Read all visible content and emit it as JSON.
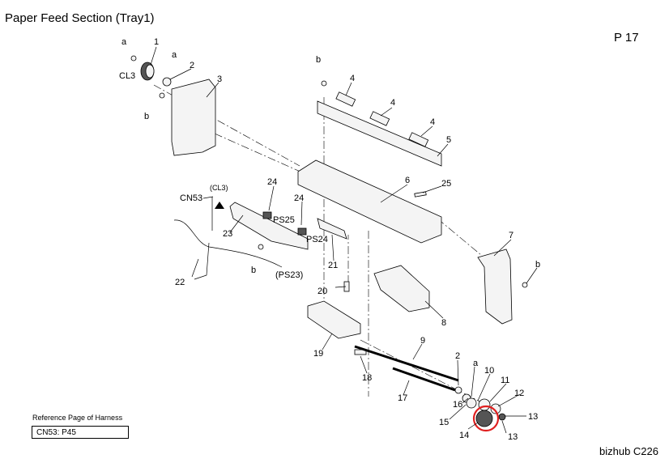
{
  "header": {
    "title": "Paper Feed Section (Tray1)",
    "page": "P 17"
  },
  "footer": {
    "model": "bizhub C226"
  },
  "harness_reference": {
    "caption": "Reference Page of Harness",
    "value": "CN53: P45"
  },
  "callouts": {
    "n1": "1",
    "n2": "2",
    "n3": "3",
    "n4": "4",
    "n5": "5",
    "n6": "6",
    "n7": "7",
    "n8": "8",
    "n9": "9",
    "n10": "10",
    "n11": "11",
    "n12": "12",
    "n13": "13",
    "n14": "14",
    "n15": "15",
    "n16": "16",
    "n17": "17",
    "n18": "18",
    "n19": "19",
    "n20": "20",
    "n21": "21",
    "n22": "22",
    "n23": "23",
    "n24": "24",
    "n25": "25",
    "a": "a",
    "b": "b",
    "cl3": "CL3",
    "cl3_paren": "(CL3)",
    "cn53": "CN53",
    "ps25": "PS25",
    "ps24": "PS24",
    "ps23": "(PS23)"
  },
  "highlight_color": "#e02020"
}
